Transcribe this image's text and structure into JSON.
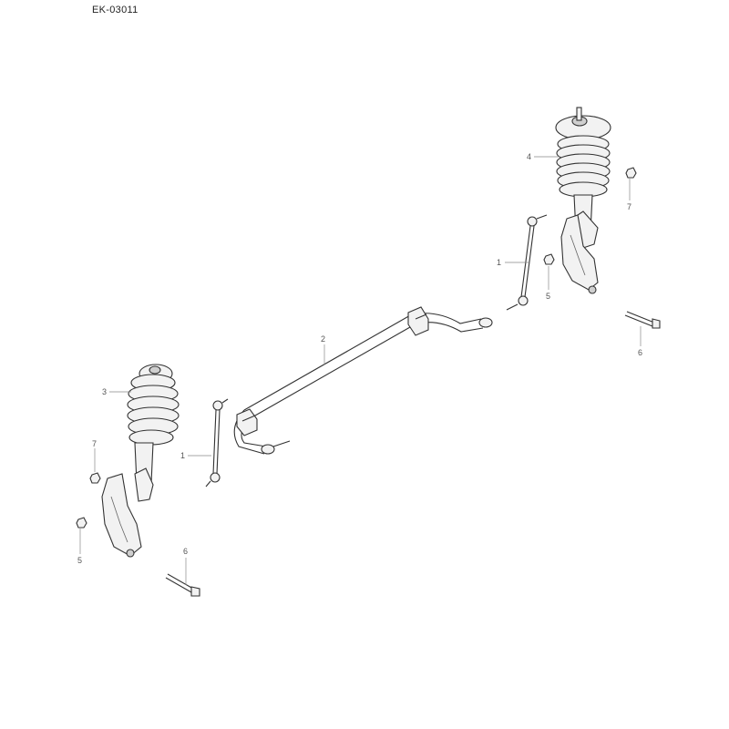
{
  "diagram_code": "EK-03011",
  "callouts": {
    "link_left": "1",
    "link_right": "1",
    "stabilizer_bar": "2",
    "strut_left": "3",
    "strut_right": "4",
    "nut_left": "5",
    "nut_right": "5",
    "bolt_left": "6",
    "bolt_right": "6",
    "upper_nut_left": "7",
    "upper_nut_right": "7"
  }
}
